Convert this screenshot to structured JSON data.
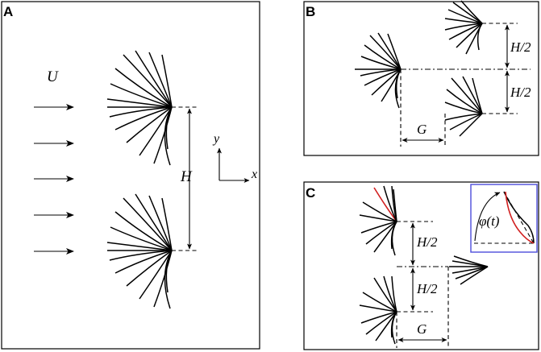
{
  "panels": {
    "a": {
      "letter": "A",
      "velocity_label": "U",
      "spacing_label": "H",
      "axis_y": "y",
      "axis_x": "x"
    },
    "b": {
      "letter": "B",
      "half_spacing_top": "H/2",
      "half_spacing_bottom": "H/2",
      "gap_label": "G"
    },
    "c": {
      "letter": "C",
      "half_spacing_top": "H/2",
      "half_spacing_bottom": "H/2",
      "gap_label": "G",
      "inset_label": "φ(t)"
    }
  },
  "colors": {
    "highlight_filament": "#d11f1f",
    "inset_border": "#4d4ddb",
    "ink": "#000000"
  }
}
